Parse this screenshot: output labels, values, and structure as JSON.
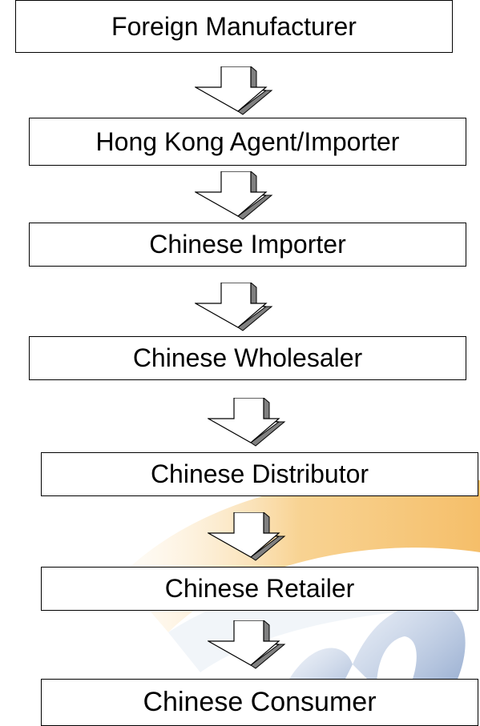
{
  "steps": [
    "Foreign Manufacturer",
    "Hong Kong Agent/Importer",
    "Chinese Importer",
    "Chinese Wholesaler",
    "Chinese Distributor",
    "Chinese Retailer",
    "Chinese Consumer"
  ],
  "colors": {
    "box_fill": "#ffffff",
    "box_border": "#000000",
    "arrow_shadow": "#808080",
    "watermark_orange": "#f6c46e",
    "watermark_blue": "#5d7fb6"
  }
}
